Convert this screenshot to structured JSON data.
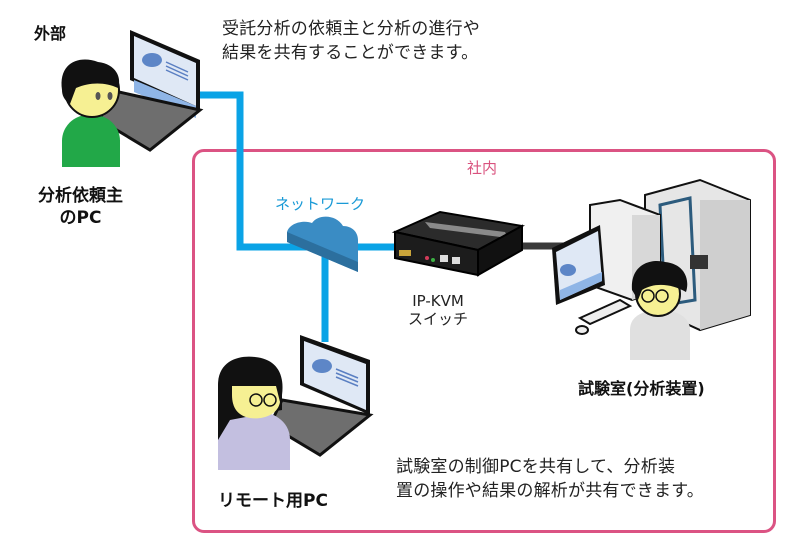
{
  "zones": {
    "external": {
      "label": "外部"
    },
    "internal": {
      "label": "社内",
      "border_color": "#db5383"
    }
  },
  "descriptions": {
    "top": [
      "受託分析の依頼主と分析の進行や",
      "結果を共有することができます。"
    ],
    "bottom": [
      "試験室の制御PCを共有して、分析装",
      "置の操作や結果の解析が共有できます。"
    ]
  },
  "nodes": {
    "client_pc": {
      "label_lines": [
        "分析依頼主",
        "のPC"
      ],
      "icon": "person-laptop-icon"
    },
    "network": {
      "label": "ネットワーク",
      "icon": "cloud-icon"
    },
    "ip_kvm": {
      "label_lines": [
        "IP-KVM",
        "スイッチ"
      ],
      "icon": "kvm-switch-icon"
    },
    "lab": {
      "label": "試験室(分析装置)",
      "icon": "lab-workstation-icon"
    },
    "remote_pc": {
      "label": "リモート用PC",
      "icon": "person-laptop-icon"
    }
  },
  "colors": {
    "network_line": "#0aa3e6",
    "kvm_cable": "#3a3a3a",
    "cloud": "#3a8cc4"
  }
}
